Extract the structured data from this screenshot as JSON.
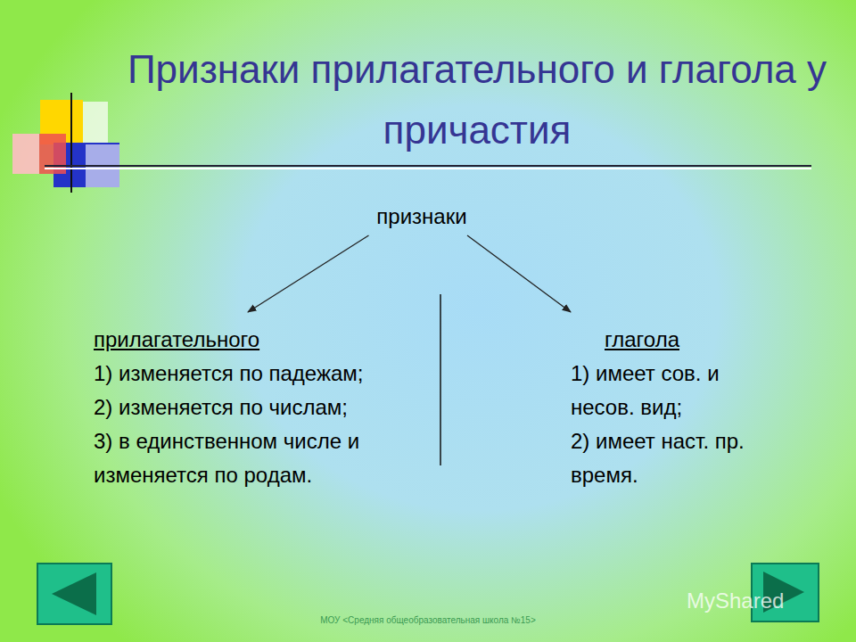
{
  "diagram": {
    "title": "Признаки прилагательного и глагола у причастия",
    "nodes": [
      {
        "text": [
          "признаки"
        ]
      },
      {
        "text": [
          "прилагательного",
          "1) изменяется по падежам;",
          "2) изменяется по числам;",
          "3) в единственном числе и изменяется по родам."
        ]
      },
      {
        "text": [
          "глагола",
          "1) имеет сов. и несов. вид;",
          "2) имеет наст. пр. время."
        ]
      }
    ],
    "edges": [
      {
        "from": 0,
        "to": 1,
        "arrow": "to"
      },
      {
        "from": 0,
        "to": 2,
        "arrow": "to"
      }
    ],
    "labels": [
      "МОУ <Средняя общеобразовательная школа №15>",
      "MyShared"
    ]
  }
}
